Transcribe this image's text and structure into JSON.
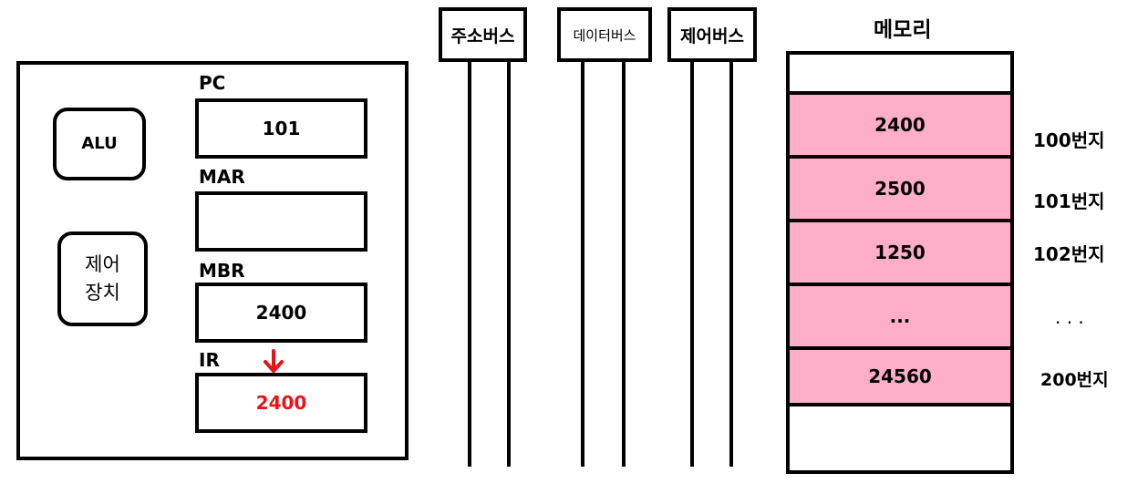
{
  "cpu": {
    "alu_label": "ALU",
    "control_unit_line1": "제어",
    "control_unit_line2": "장치",
    "registers": [
      {
        "name": "PC",
        "value": "101"
      },
      {
        "name": "MAR",
        "value": ""
      },
      {
        "name": "MBR",
        "value": "2400"
      },
      {
        "name": "IR",
        "value": "2400"
      }
    ],
    "ir_highlight_color": "#e8141c",
    "arrow_color": "#e8141c"
  },
  "buses": [
    {
      "label": "주소버스"
    },
    {
      "label": "데이터버스"
    },
    {
      "label": "제어버스"
    }
  ],
  "memory": {
    "title": "메모리",
    "cell_color": "#ffaec9",
    "cells": [
      {
        "value": "2400",
        "address": "100번지"
      },
      {
        "value": "2500",
        "address": "101번지"
      },
      {
        "value": "1250",
        "address": "102번지"
      },
      {
        "value": "...",
        "address": ". . ."
      },
      {
        "value": "24560",
        "address": "200번지"
      }
    ]
  }
}
